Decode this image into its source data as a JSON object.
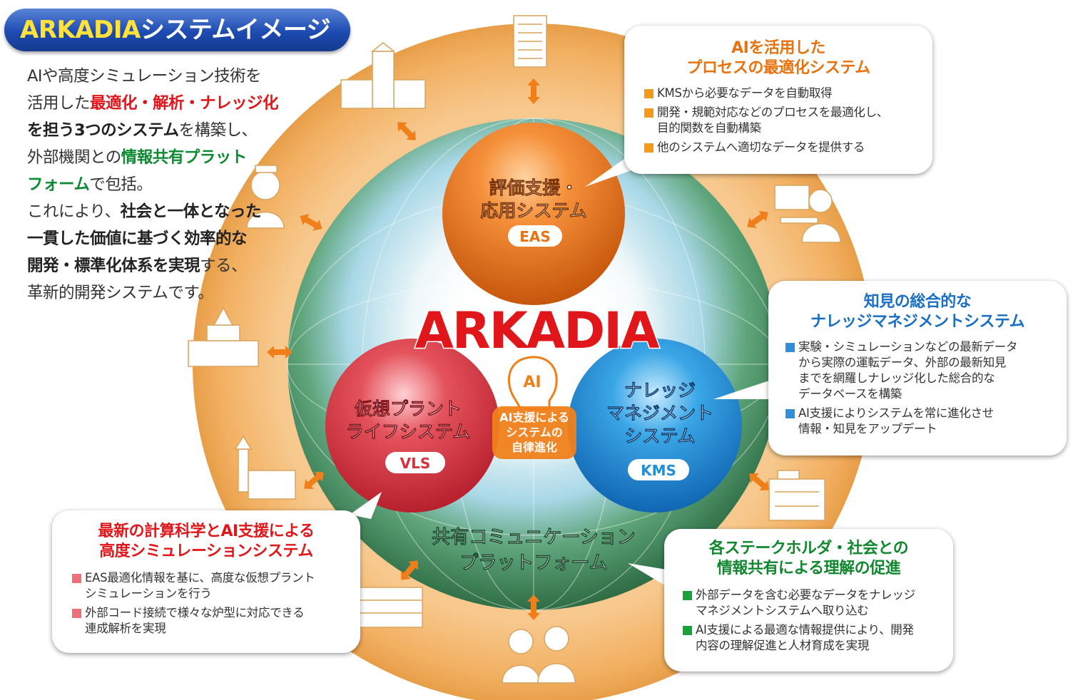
{
  "header": {
    "title_main": "ARKADIA",
    "title_rest": "システムイメージ"
  },
  "intro": {
    "l1": "AIや高度シミュレーション技術を",
    "l2a": "活用した",
    "l2b": "最適化・解析・ナレッジ化",
    "l3a": "を担う3つのシステム",
    "l3b": "を構築し、",
    "l4a": "外部機関との",
    "l4b": "情報共有プラット",
    "l5a": "フォーム",
    "l5b": "で包括。",
    "l6a": "これにより、",
    "l6b": "社会と一体となった",
    "l7": "一貫した価値に基づく効率的な",
    "l8a": "開発・標準化体系を実現",
    "l8b": "する、",
    "l9": "革新的開発システムです。"
  },
  "center": {
    "logo": "ARKADIA",
    "ai_badge": "AI",
    "caption_1": "AI支援による",
    "caption_2": "システムの",
    "caption_3": "自律進化"
  },
  "systems": {
    "eas": {
      "name_1": "評価支援・",
      "name_2": "応用システム",
      "abbr": "EAS"
    },
    "vls": {
      "name_1": "仮想プラント",
      "name_2": "ライフシステム",
      "abbr": "VLS"
    },
    "kms": {
      "name_1": "ナレッジ",
      "name_2": "マネジメント",
      "name_3": "システム",
      "abbr": "KMS"
    },
    "platform": {
      "name_1": "共有コミュニケーション",
      "name_2": "プラットフォーム"
    }
  },
  "callouts": {
    "eas": {
      "head_1": "AIを活用した",
      "head_2": "プロセスの最適化システム",
      "b1": "KMSから必要なデータを自動取得",
      "b2_1": "開発・規範対応などのプロセスを最適化し、",
      "b2_2": "目的関数を自動構築",
      "b3": "他のシステムへ適切なデータを提供する"
    },
    "kms": {
      "head_1": "知見の総合的な",
      "head_2": "ナレッジマネジメントシステム",
      "b1_1": "実験・シミュレーションなどの最新データ",
      "b1_2": "から実際の運転データ、外部の最新知見",
      "b1_3": "までを網羅しナレッジ化した総合的な",
      "b1_4": "データベースを構築",
      "b2_1": "AI支援によりシステムを常に進化させ",
      "b2_2": "情報・知見をアップデート"
    },
    "vls": {
      "head_1": "最新の計算科学とAI支援による",
      "head_2": "高度シミュレーションシステム",
      "b1_1": "EAS最適化情報を基に、高度な仮想プラント",
      "b1_2": "シミュレーションを行う",
      "b2_1": "外部コード接続で様々な炉型に対応できる",
      "b2_2": "連成解析を実現"
    },
    "share": {
      "head_1": "各ステークホルダ・社会との",
      "head_2": "情報共有による理解の促進",
      "b1_1": "外部データを含む必要なデータをナレッジ",
      "b1_2": "マネジメントシステムへ取り込む",
      "b2_1": "AI支援による最適な情報提供により、開発",
      "b2_2": "内容の理解促進と人材育成を実現"
    }
  },
  "colors": {
    "title_blue": "#1d4bb0",
    "title_yellow": "#ffe23a",
    "ring_orange": "#f2b46a",
    "globe_green": "#3f8a57",
    "eas_orange": "#e8720e",
    "vls_red": "#d8303c",
    "kms_blue": "#1f8fd8",
    "logo_red": "#e0161b"
  },
  "icons": [
    "office-building-icon",
    "university-icon",
    "researcher-icon",
    "operator-monitor-icon",
    "parliament-icon",
    "factory-icon",
    "hospital-building-icon",
    "campus-building-icon",
    "people-icon",
    "double-arrow-icon"
  ]
}
